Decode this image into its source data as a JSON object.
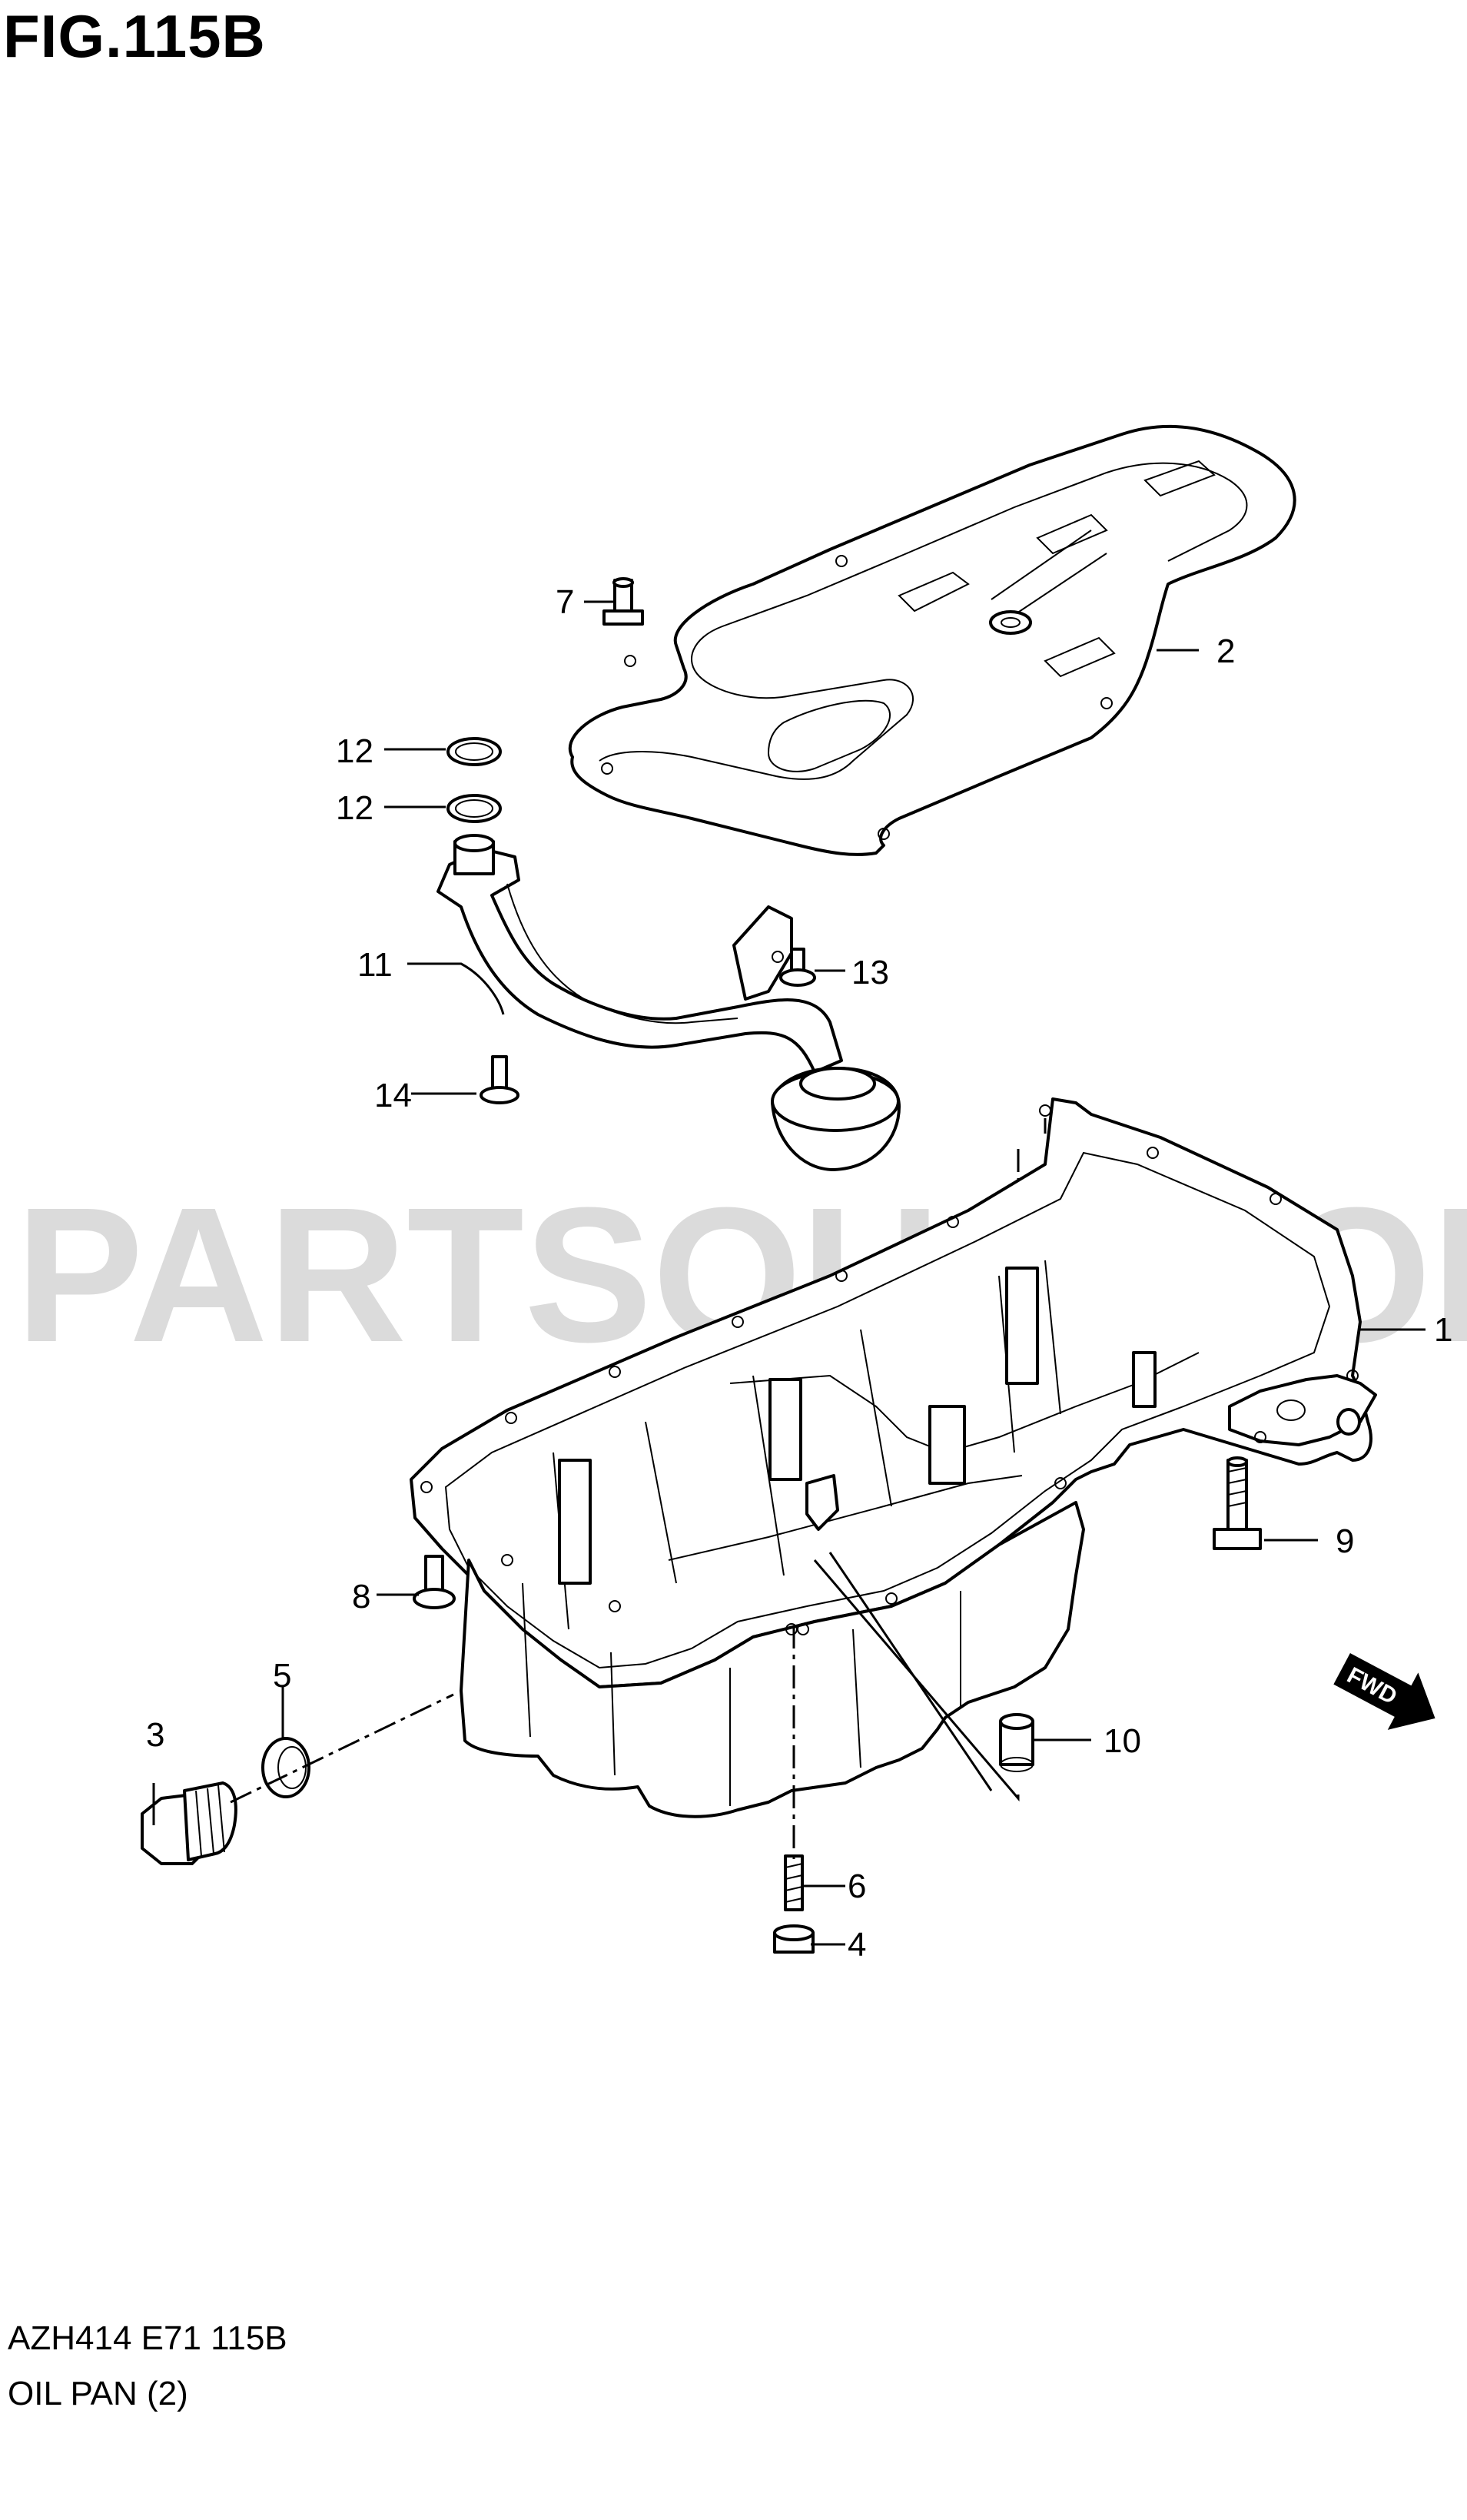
{
  "figure": {
    "title": "FIG.115B",
    "code": "AZH414 E71 115B",
    "name": "OIL PAN (2)"
  },
  "watermark": "PARTSOUQ.COM",
  "fwd_badge": "FWD",
  "callouts": [
    {
      "id": "c1",
      "label": "1"
    },
    {
      "id": "c2",
      "label": "2"
    },
    {
      "id": "c3",
      "label": "3"
    },
    {
      "id": "c4",
      "label": "4"
    },
    {
      "id": "c5",
      "label": "5"
    },
    {
      "id": "c6",
      "label": "6"
    },
    {
      "id": "c7",
      "label": "7"
    },
    {
      "id": "c8",
      "label": "8"
    },
    {
      "id": "c9",
      "label": "9"
    },
    {
      "id": "c10",
      "label": "10"
    },
    {
      "id": "c11",
      "label": "11"
    },
    {
      "id": "c12a",
      "label": "12"
    },
    {
      "id": "c12b",
      "label": "12"
    },
    {
      "id": "c13",
      "label": "13"
    },
    {
      "id": "c14",
      "label": "14"
    }
  ]
}
